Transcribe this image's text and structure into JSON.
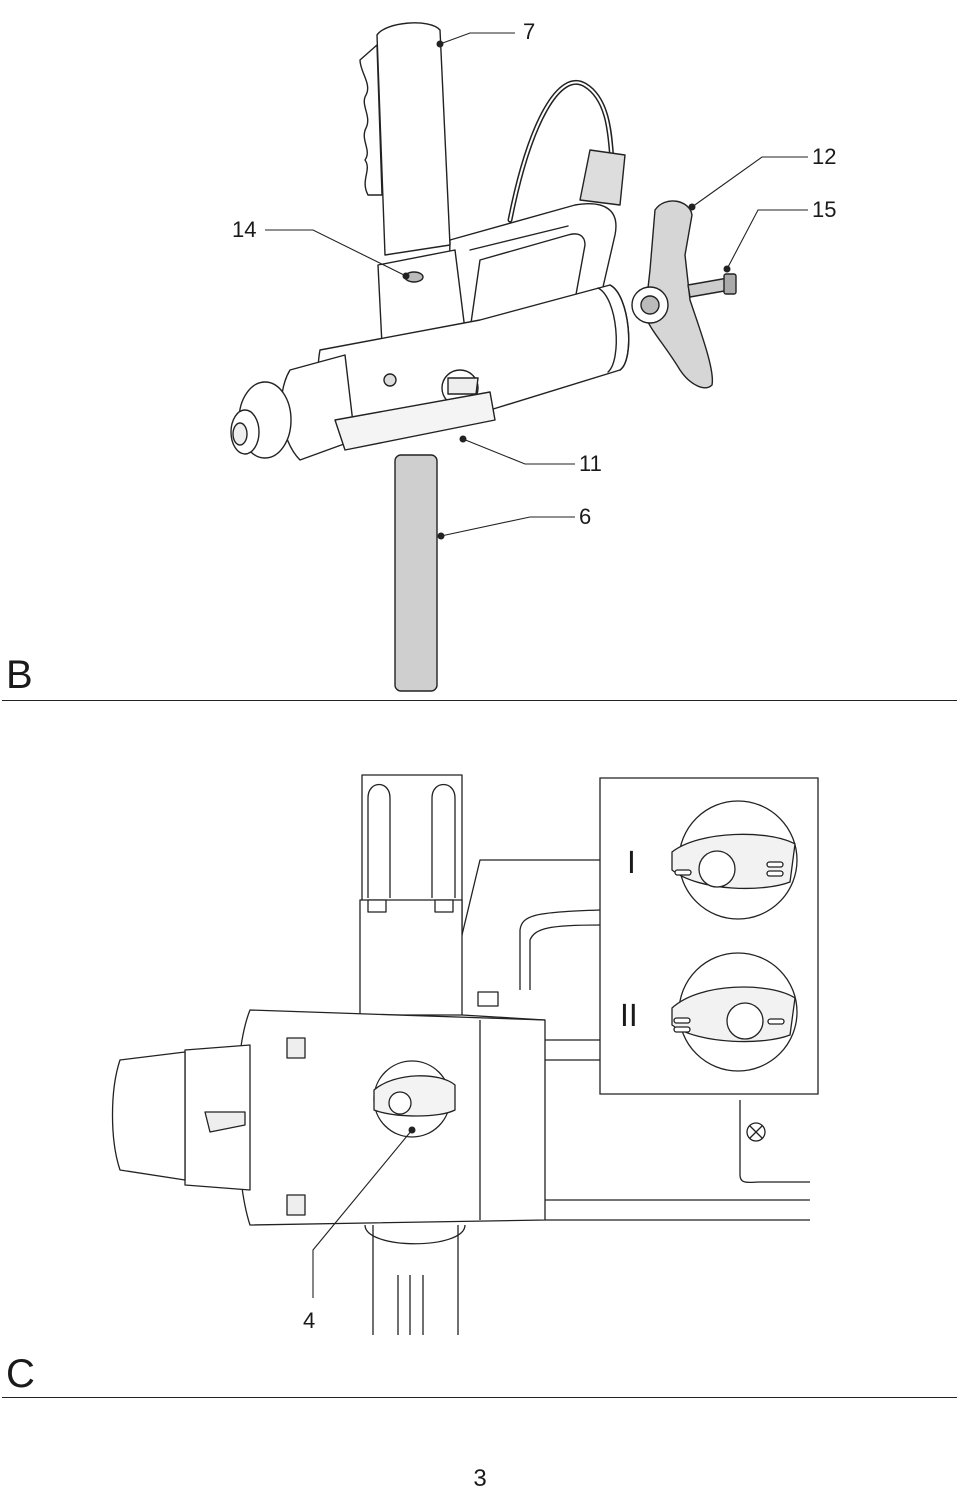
{
  "figure_b": {
    "letter": "B",
    "callouts": [
      "7",
      "12",
      "15",
      "14",
      "11",
      "6"
    ]
  },
  "figure_c": {
    "letter": "C",
    "callouts": [
      "4"
    ],
    "dial_positions": [
      "I",
      "II"
    ]
  },
  "page": {
    "number": "3"
  }
}
